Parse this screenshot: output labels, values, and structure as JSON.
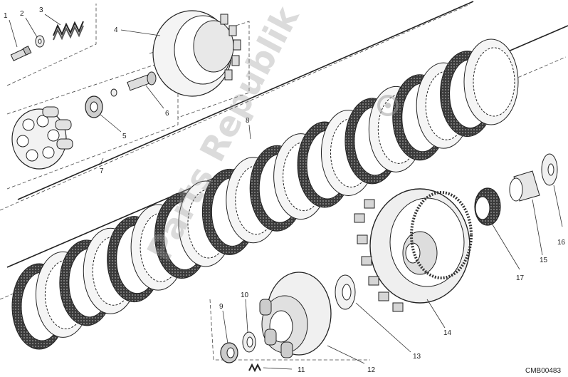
{
  "diagram": {
    "drawing_code": "CMB00483",
    "watermark": "Parts Republik",
    "callouts": [
      "1",
      "2",
      "3",
      "4",
      "5",
      "6",
      "7",
      "8",
      "9",
      "10",
      "11",
      "12",
      "13",
      "14",
      "15",
      "16",
      "17"
    ]
  },
  "icons": {
    "gear": "gear-icon"
  }
}
